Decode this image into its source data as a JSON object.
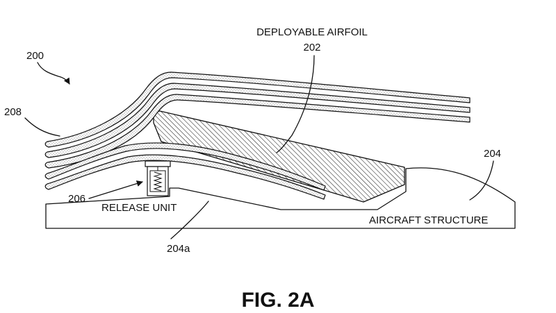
{
  "figure": {
    "caption": "FIG. 2A",
    "ref_assembly": "200",
    "airfoil_name": "DEPLOYABLE AIRFOIL",
    "airfoil_ref": "202",
    "structure_ref": "204",
    "structure_name": "AIRCRAFT STRUCTURE",
    "structure_surface_ref": "204a",
    "release_unit_ref": "206",
    "release_unit_name": "RELEASE UNIT",
    "flex_member_ref": "208"
  },
  "colors": {
    "line": "#111111",
    "dot_fill": "#555555",
    "hatch": "#222222",
    "background": "#ffffff"
  }
}
